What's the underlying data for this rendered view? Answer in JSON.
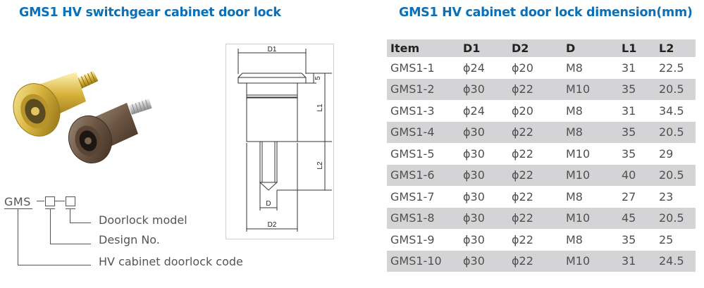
{
  "left_title": "GMS1 HV switchgear cabinet door lock",
  "right_title": "GMS1 HV cabinet door lock dimension(mm)",
  "drawing": {
    "labels": {
      "d1": "D1",
      "five": "5",
      "l1": "L1",
      "l2": "L2",
      "d": "D",
      "d2": "D2"
    }
  },
  "code_diagram": {
    "prefix": "GMS",
    "labels": [
      "Doorlock model",
      "Design No.",
      "HV cabinet doorlock code"
    ]
  },
  "table": {
    "headers": [
      "Item",
      "D1",
      "D2",
      "D",
      "L1",
      "L2"
    ],
    "rows": [
      [
        "GMS1-1",
        "ϕ24",
        "ϕ20",
        "M8",
        "31",
        "22.5"
      ],
      [
        "GMS1-2",
        "ϕ30",
        "ϕ22",
        "M10",
        "35",
        "20.5"
      ],
      [
        "GMS1-3",
        "ϕ24",
        "ϕ20",
        "M8",
        "31",
        "34.5"
      ],
      [
        "GMS1-4",
        "ϕ30",
        "ϕ22",
        "M8",
        "35",
        "20.5"
      ],
      [
        "GMS1-5",
        "ϕ30",
        "ϕ22",
        "M10",
        "35",
        "29"
      ],
      [
        "GMS1-6",
        "ϕ30",
        "ϕ22",
        "M10",
        "40",
        "20.5"
      ],
      [
        "GMS1-7",
        "ϕ30",
        "ϕ22",
        "M8",
        "27",
        "23"
      ],
      [
        "GMS1-8",
        "ϕ30",
        "ϕ22",
        "M10",
        "45",
        "20.5"
      ],
      [
        "GMS1-9",
        "ϕ30",
        "ϕ22",
        "M8",
        "35",
        "25"
      ],
      [
        "GMS1-10",
        "ϕ30",
        "ϕ22",
        "M10",
        "31",
        "24.5"
      ]
    ]
  },
  "colors": {
    "title": "#0a70b8",
    "row_alt": "#d4d4d6",
    "text": "#505050"
  }
}
